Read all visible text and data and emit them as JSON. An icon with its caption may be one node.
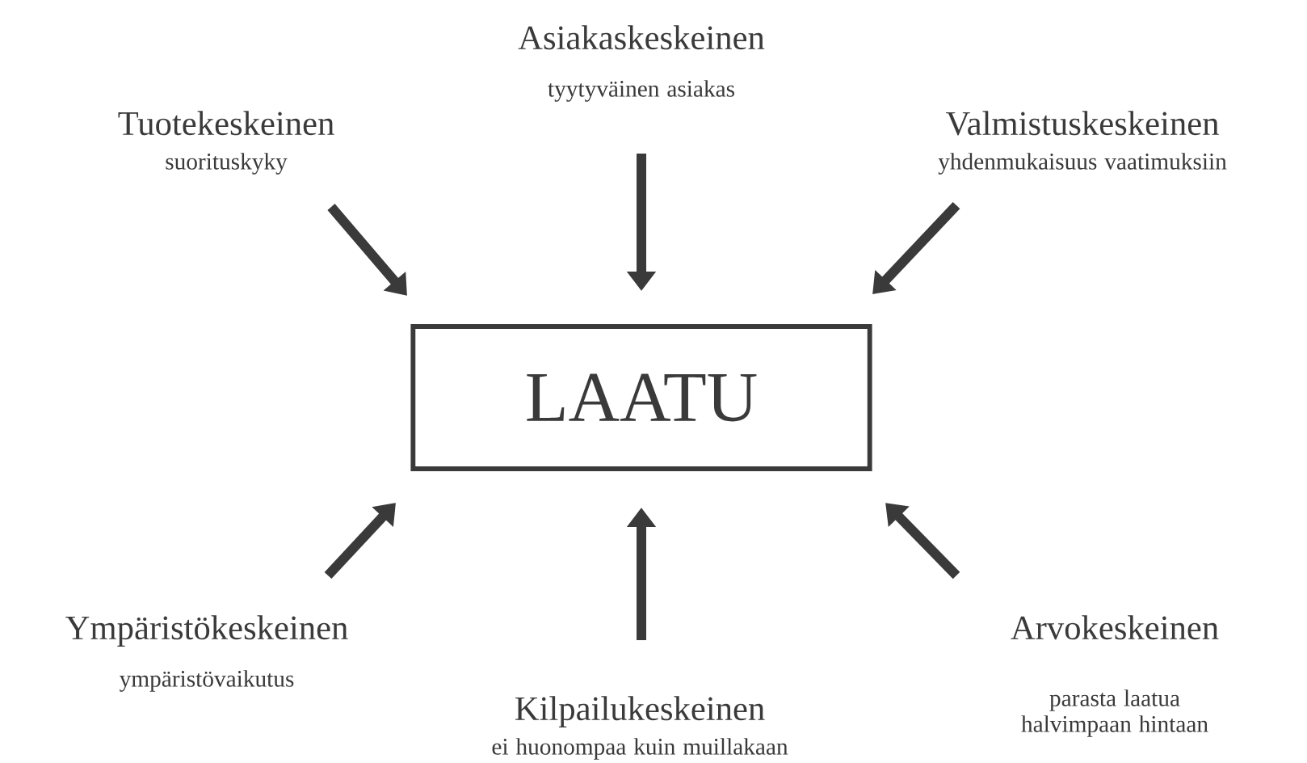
{
  "diagram": {
    "nodes": [
      {
        "text": [
          "Asiakaskeskeinen",
          "tyytyväinen asiakas"
        ]
      },
      {
        "text": [
          "Tuotekeskeinen",
          "suorituskyky"
        ]
      },
      {
        "text": [
          "Valmistuskeskeinen",
          "yhdenmukaisuus vaatimuksiin"
        ]
      },
      {
        "text": [
          "LAATU"
        ]
      },
      {
        "text": [
          "Ympäristökeskeinen",
          "ympäristövaikutus"
        ]
      },
      {
        "text": [
          "Kilpailukeskeinen",
          "ei huonompaa kuin muillakaan"
        ]
      },
      {
        "text": [
          "Arvokeskeinen",
          "parasta laatua halvimpaan hintaan"
        ]
      }
    ],
    "edges": [
      {
        "from": 0,
        "to": 3,
        "arrow": "to"
      },
      {
        "from": 1,
        "to": 3,
        "arrow": "to"
      },
      {
        "from": 2,
        "to": 3,
        "arrow": "to"
      },
      {
        "from": 4,
        "to": 3,
        "arrow": "to"
      },
      {
        "from": 5,
        "to": 3,
        "arrow": "to"
      },
      {
        "from": 6,
        "to": 3,
        "arrow": "to"
      }
    ]
  }
}
